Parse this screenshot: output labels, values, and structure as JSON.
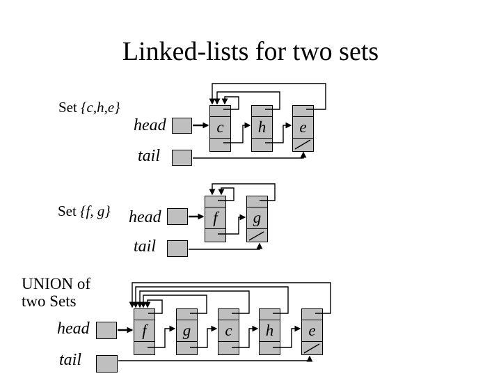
{
  "title": "Linked-lists for two sets",
  "colors": {
    "background": "#ffffff",
    "node_fill": "#bfbfbf",
    "line": "#000000"
  },
  "diagrams": [
    {
      "name": "set-che",
      "label_prefix": "Set ",
      "label_set": "{c,h,e}",
      "head_label": "head",
      "tail_label": "tail",
      "nodes": [
        {
          "letter": "c"
        },
        {
          "letter": "h"
        },
        {
          "letter": "e"
        }
      ],
      "null_marker": "slash"
    },
    {
      "name": "set-fg",
      "label_prefix": "Set ",
      "label_set": "{f, g}",
      "head_label": "head",
      "tail_label": "tail",
      "nodes": [
        {
          "letter": "f"
        },
        {
          "letter": "g"
        }
      ],
      "null_marker": "slash"
    },
    {
      "name": "union",
      "label_lines": [
        "UNION of",
        "two Sets"
      ],
      "head_label": "head",
      "tail_label": "tail",
      "nodes": [
        {
          "letter": "f"
        },
        {
          "letter": "g"
        },
        {
          "letter": "c"
        },
        {
          "letter": "h"
        },
        {
          "letter": "e"
        }
      ],
      "null_marker": "slash"
    }
  ]
}
